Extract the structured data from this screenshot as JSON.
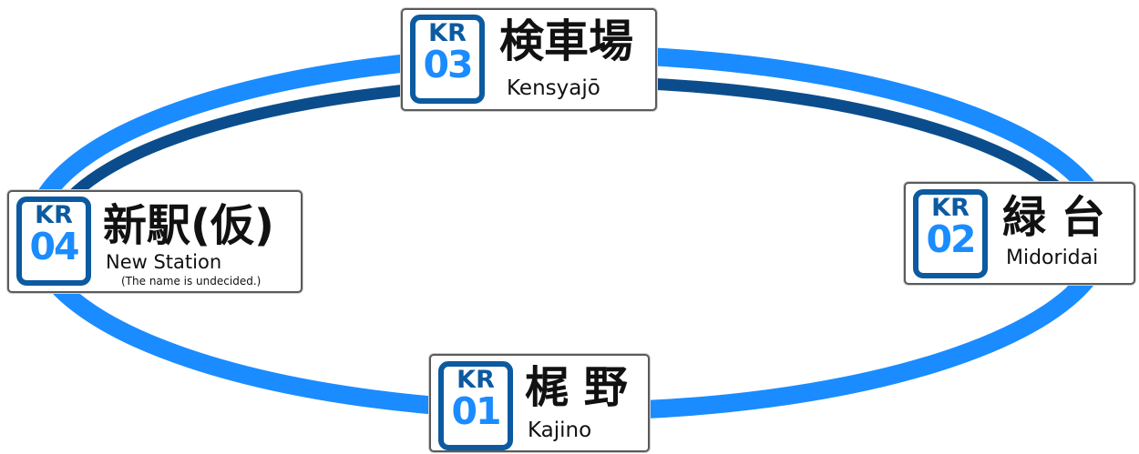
{
  "colors": {
    "loop_light": "#1a8cff",
    "loop_dark": "#0b4d8c",
    "badge_border": "#0c5aa0",
    "badge_line_text": "#0c5aa0",
    "badge_number_text": "#1a8cff"
  },
  "stations": [
    {
      "line": "KR",
      "number": "01",
      "name_ja": "梶 野",
      "name_en": "Kajino",
      "note": ""
    },
    {
      "line": "KR",
      "number": "02",
      "name_ja": "緑 台",
      "name_en": "Midoridai",
      "note": ""
    },
    {
      "line": "KR",
      "number": "03",
      "name_ja": "検車場",
      "name_en": "Kensyajō",
      "note": ""
    },
    {
      "line": "KR",
      "number": "04",
      "name_ja": "新駅(仮)",
      "name_en": "New Station",
      "note": "(The name is undecided.)"
    }
  ]
}
